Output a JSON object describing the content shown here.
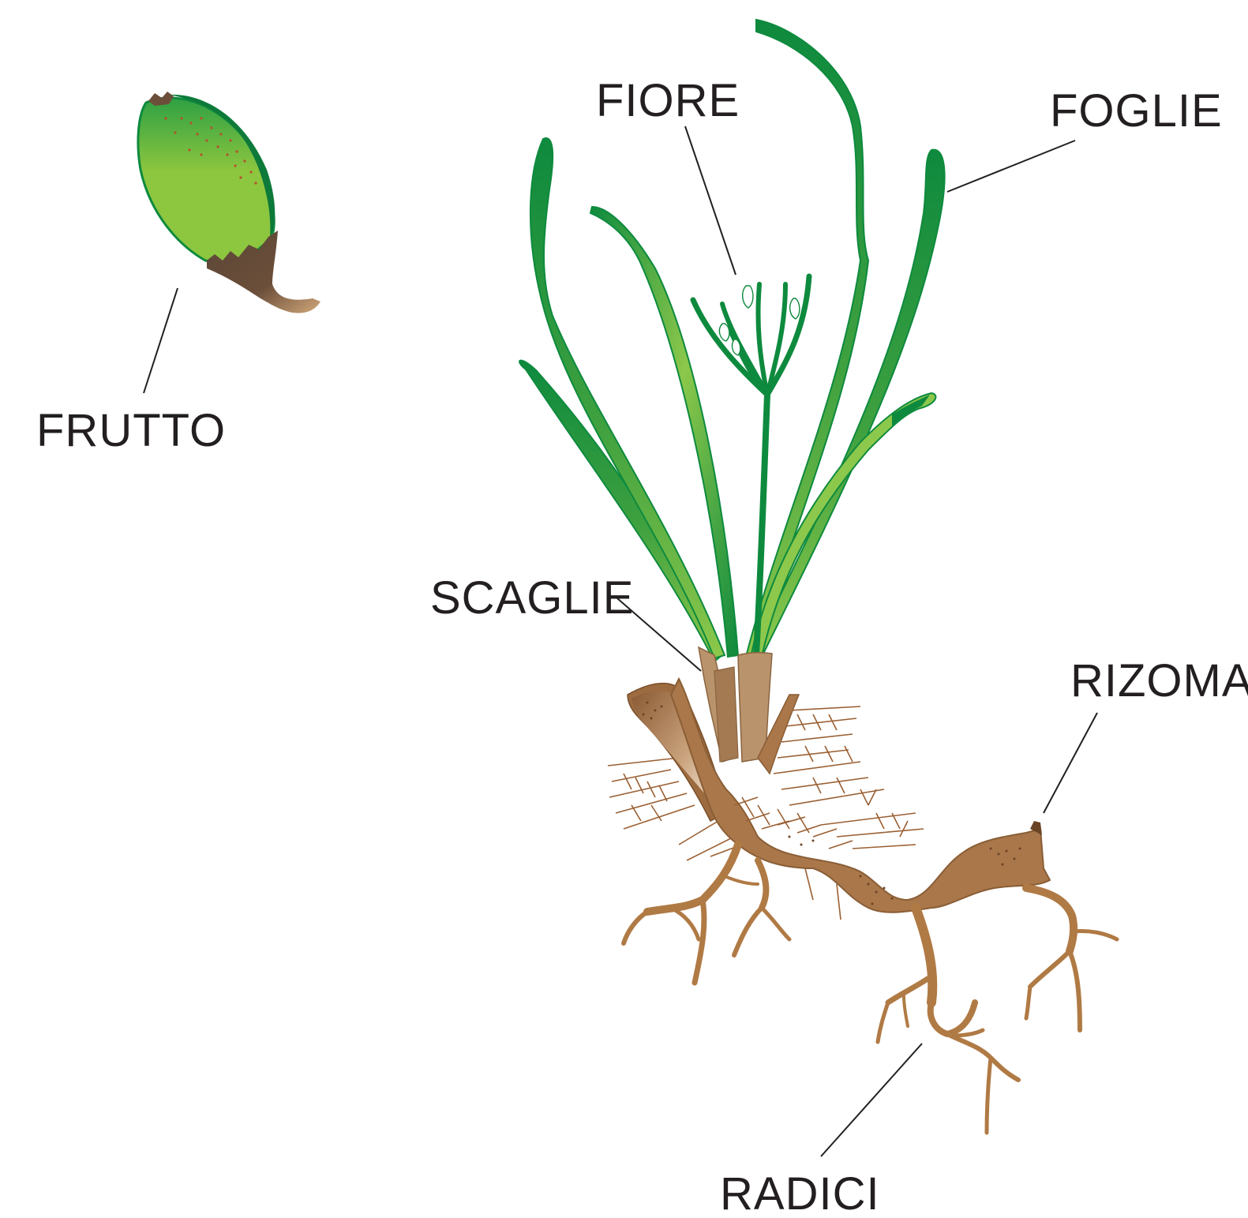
{
  "labels": {
    "fruit": "FRUTTO",
    "flower": "FIORE",
    "leaves": "FOGLIE",
    "scales": "SCAGLIE",
    "rhizome": "RIZOMA",
    "roots": "RADICI"
  },
  "colors": {
    "leaf_dark": "#0e8a3e",
    "leaf_light": "#8cc84b",
    "rhizome": "#a9774a",
    "root": "#b07a45",
    "scale": "#b9936b",
    "fruit_green": "#8dc63f",
    "fruit_stem": "#5b4636",
    "text": "#231f20"
  }
}
